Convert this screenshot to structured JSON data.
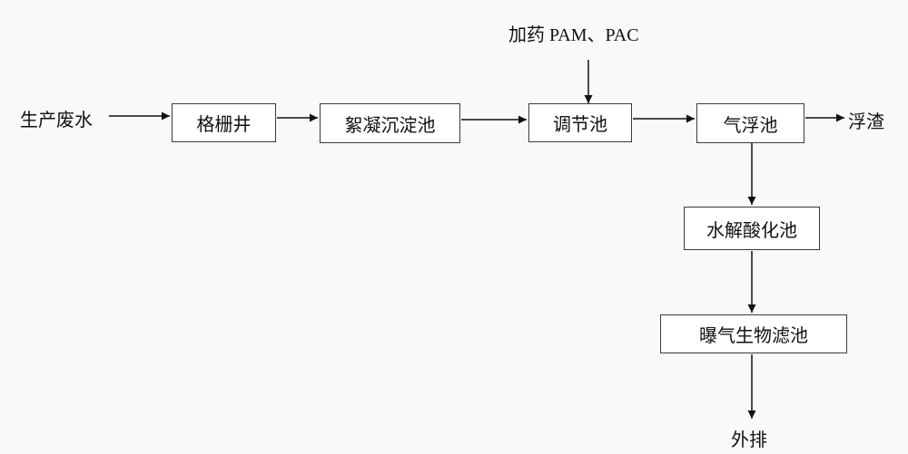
{
  "diagram": {
    "input_label": "生产废水",
    "dosing_label": "加药 PAM、PAC",
    "scum_label": "浮渣",
    "discharge_label": "外排",
    "nodes": {
      "grating_well": "格栅井",
      "flocculation_tank": "絮凝沉淀池",
      "regulating_tank": "调节池",
      "air_flotation_tank": "气浮池",
      "hydrolysis_tank": "水解酸化池",
      "biofilter": "曝气生物滤池"
    }
  }
}
